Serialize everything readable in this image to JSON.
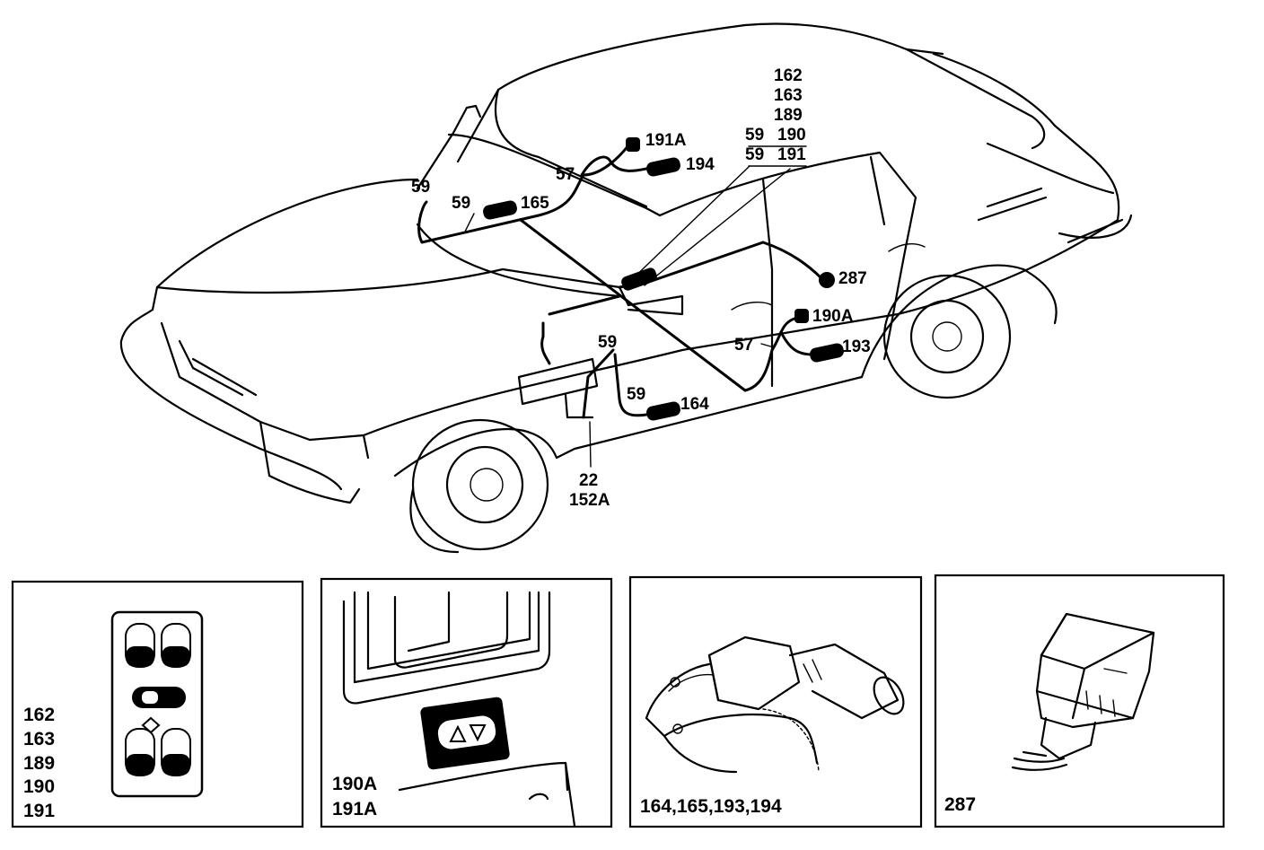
{
  "callouts": {
    "stack_162": "162",
    "stack_163": "163",
    "stack_189": "189",
    "stack_59_a": "59",
    "stack_190": "190",
    "stack_59_b": "59",
    "stack_191": "191",
    "c191A": "191A",
    "c194": "194",
    "c57_top": "57",
    "c59_left": "59",
    "c59_mid": "59",
    "c165": "165",
    "c287": "287",
    "c190A": "190A",
    "c57_door": "57",
    "c193": "193",
    "c59_front": "59",
    "c59_low": "59",
    "c164": "164",
    "c22": "22",
    "c152A": "152A"
  },
  "panels": [
    {
      "id": "window-switch-panel",
      "labels": [
        "162",
        "163",
        "189",
        "190",
        "191"
      ]
    },
    {
      "id": "door-switch-panel",
      "labels": [
        "190A",
        "191A"
      ]
    },
    {
      "id": "window-motor-panel",
      "labels": [
        "164,165,193,194"
      ]
    },
    {
      "id": "relay-panel",
      "labels": [
        "287"
      ]
    }
  ]
}
